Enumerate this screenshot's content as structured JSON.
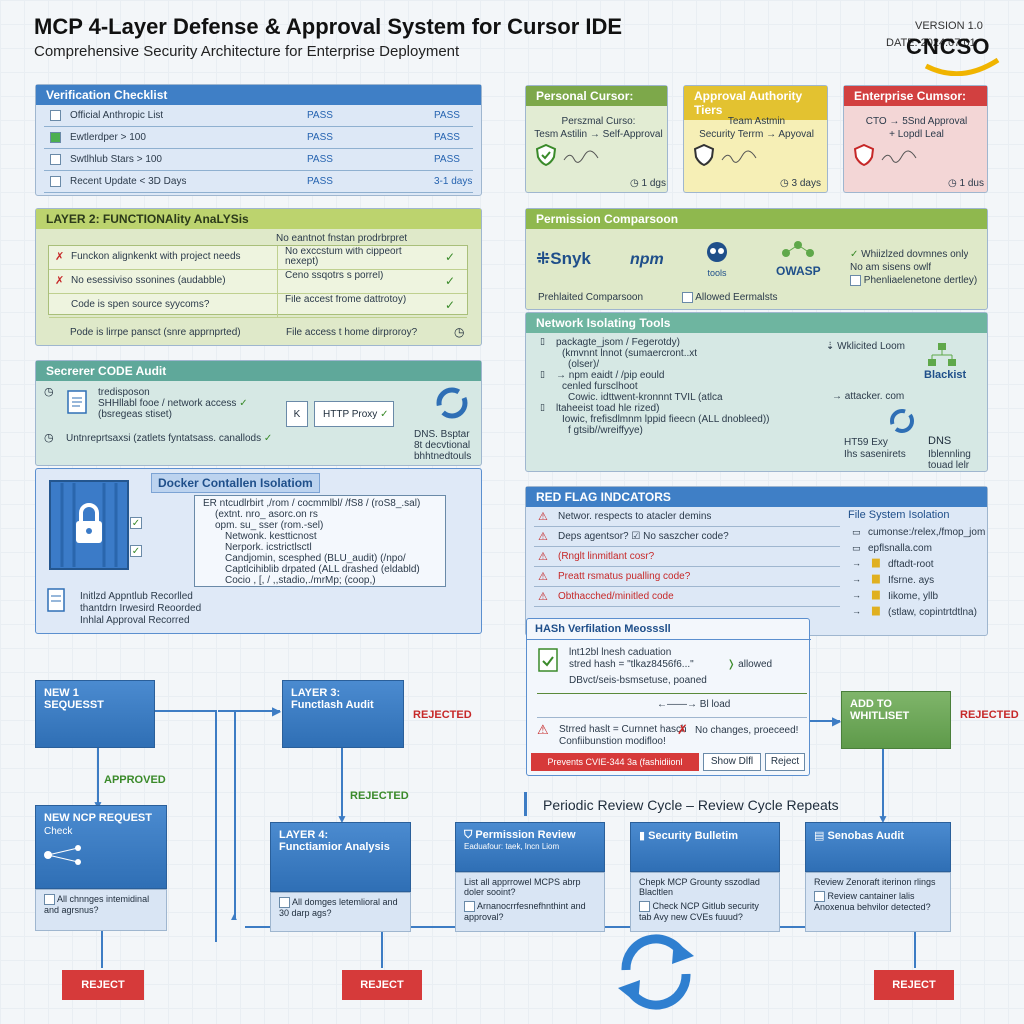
{
  "header": {
    "title": "MCP 4-Layer Defense & Approval System for Cursor IDE",
    "subtitle": "Comprehensive Security Architecture for Enterprise Deployment",
    "version": "VERSION 1.0",
    "date": "DATE: 2024.07.01",
    "logo": "CNCSO"
  },
  "checklist": {
    "title": "Verification Checklist",
    "rows": [
      {
        "label": "Official Anthropic List",
        "c1": "PASS",
        "c2": "PASS",
        "checked": false
      },
      {
        "label": "Ewtlerdper > 100",
        "c1": "PASS",
        "c2": "PASS",
        "checked": true
      },
      {
        "label": "Swtlhlub Stars > 100",
        "c1": "PASS",
        "c2": "PASS",
        "checked": false
      },
      {
        "label": "Recent Update < 3D Days",
        "c1": "PASS",
        "c2": "3-1 days",
        "checked": false
      }
    ]
  },
  "tiers": {
    "personal": {
      "title": "Personal Cursor:",
      "line1": "Perszmal Curso:",
      "line2": "Tesm Astilin → Self-Approval",
      "time": "1 dgs"
    },
    "approval": {
      "title": "Approval Authority Tiers",
      "line1": "Team Astmin",
      "line2": "Security Terrm → Apyoval",
      "time": "3 days"
    },
    "enterprise": {
      "title": "Enterprise Cumsor:",
      "line1": "CTO → 5Snd Approval",
      "line2": "+ Lopdl Leal",
      "time": "1 dus"
    }
  },
  "layer2": {
    "title": "LAYER 2: FUNCTIONAlity AnaLYSis",
    "head": "No eantnot fnstan prodrbrpret",
    "rows": [
      {
        "mark": "x",
        "left": "Funckon alignkenkt with project needs",
        "right": "No exccstum with cippeort nexept)",
        "ok": true
      },
      {
        "mark": "x",
        "left": "No esessiviso ssonines (audabble)",
        "right": "Ceno ssqotrs s porrel)",
        "ok": true
      },
      {
        "mark": "",
        "left": "Code is spen source syycoms?",
        "right": "File accest frome dattrotoy)",
        "ok": true
      }
    ],
    "foot_left": "Pode is lirrpe pansct (snre apprnprted)",
    "foot_right": "File access t home dirproroy?"
  },
  "audit": {
    "title": "Secrerer CODE Audit",
    "l1": "tredisposon",
    "l2": "SHHllabl fooe / network access",
    "l3": "(bsregeas stiset)",
    "l4": "Untnreprtsaxsi (zatlets fyntatsass. canallods",
    "proxy": "HTTP Proxy",
    "dns1": "DNS. Bsptar",
    "dns2": "8t decvtional",
    "dns3": "bhhtnedtouls"
  },
  "docker": {
    "title": "Docker Contallen Isolatiom",
    "lines": [
      "ER    ntcudlrbirt ,/rom / cocmmlbl/ /fS8 / (roS8_.sal)",
      "(extnt.  nro_  asorc.on rs",
      "opm. su_ sser (rom.-sel)",
      "Netwonk. kestticnost",
      "Nerpork. icstrictlsctl",
      "Candjomin, scesphed (BLU_audit) (/npo/",
      "Captlcihiblib drpated (ALL drashed (eldabld)",
      "Cocio , [, / ,,stadio,./mrMp; (coop,)"
    ],
    "rec1": "Initlzd Appntlub Recorlled",
    "rec2": "thantdrn Irwesird Reoorded",
    "rec3": "Inhlal Approval Recorred"
  },
  "permission": {
    "title": "Permission Comparsoon",
    "tools": [
      "Snyk",
      "npm",
      "tools",
      "OWASP"
    ],
    "w1": "Whiizlzed dovmnes only",
    "w2": "No am sisens owlf",
    "w3": "Phenliaelenetone dertley)",
    "bottom_left": "Prehlaited Comparsoon",
    "bottom_right": "Allowed Eermalsts"
  },
  "network": {
    "title": "Network Isolating Tools",
    "lines": [
      "packagte_jsom / Fegerotdy)",
      "(kmvnnt lnnot (sumaercront..xt",
      "(olser)/",
      "→ npm  eaidt / /pip eould",
      "cenled fursclhoot",
      "Cowic. idttwent-kronnnt  TVIL (atlca",
      "ltaheeist toad hle rized)",
      "Iowic, frefisdlmnm lppid fieecn (ALL dnobleed))",
      "f gtsib//wreiffyye)"
    ],
    "right1": "Wklicited Loom",
    "blacklist": "Blackist",
    "attacker": "attacker. com",
    "ht1": "HT59 Exy",
    "ht2": "Ihs sasenirets",
    "dns1": "DNS",
    "dns2": "Iblennling",
    "dns3": "touad lelr"
  },
  "redflags": {
    "title": "RED FLAG INDCATORS",
    "items": [
      {
        "text": "Networ. respects to atacler demins",
        "red": false
      },
      {
        "text": "Deps agentsor? ☑ No saszcher code?",
        "red": false
      },
      {
        "text": "(Rnglt linmitlant cosr?",
        "red": true
      },
      {
        "text": "Preatt rsmatus pualling code?",
        "red": true
      },
      {
        "text": "Obthacched/minitled code",
        "red": true
      }
    ],
    "fs_title": "File System Isolation",
    "fs_items": [
      "cumonse:/relex,/fmop_jom",
      "epflsnalla.com",
      "dftadt-root",
      "Ifsrne. ays",
      "Iikome, yllb",
      "(stlaw, copintrtdtlna)"
    ]
  },
  "hash": {
    "title": "HASh Verfilation Meosssll",
    "l1": "lnt12bl lnesh caduation",
    "l2": "stred hash = \"tlkaz8456f6...\"",
    "l3": "allowed",
    "l4": "DBvct/seis-bsmsetuse, poaned",
    "l5": "Bl load",
    "l6": "Strred haslt = Curnnet hasch",
    "l7": "Confiibunstion modifloo!",
    "l8": "No changes, proeceed!",
    "btn1": "Prevents CVIE-344 3a (fashidiionl",
    "btn2": "Show Dlfl",
    "btn3": "Reject"
  },
  "flow": {
    "new1_a": "NEW 1",
    "new1_b": "SEQUESST",
    "approved": "APPROVED",
    "ncp_title": "NEW NCP REQUEST",
    "ncp_sub": "Check",
    "ncp_note": "All chnnges intemidinal and agrsnus?",
    "layer3_a": "LAYER 3:",
    "layer3_b": "Functlash Audit",
    "rejected1": "REJECTED",
    "rejected2": "REJECTED",
    "rejected3": "REJECTED",
    "layer4_a": "LAYER 4:",
    "layer4_b": "Functiamior Analysis",
    "layer4_note": "All domges letemlioral and 30 darp ags?",
    "perm_title": "Permission Review",
    "perm_sub": "Eaduafour: taek, lncn Liom",
    "perm_n1": "List all apprrowel MCPS abrp doler sooint?",
    "perm_n2": "Arnanocrrfesnefhnthint and approval?",
    "sec_title": "Security Bulletim",
    "sec_n1": "Chepk MCP Grounty sszodlad Blacltlen",
    "sec_n2": "Check NCP Gitlub security tab Avy new CVEs fuuud?",
    "sand_title": "Senobas Audit",
    "sand_n1": "Review Zenoraft iterinon rlings",
    "sand_n2": "Review cantainer lalis Anoxenua behvilor detected?",
    "add_a": "ADD TO",
    "add_b": "WHITLISET",
    "periodic": "Periodic Review Cycle – Review Cycle Repeats",
    "reject": "REJECT"
  }
}
